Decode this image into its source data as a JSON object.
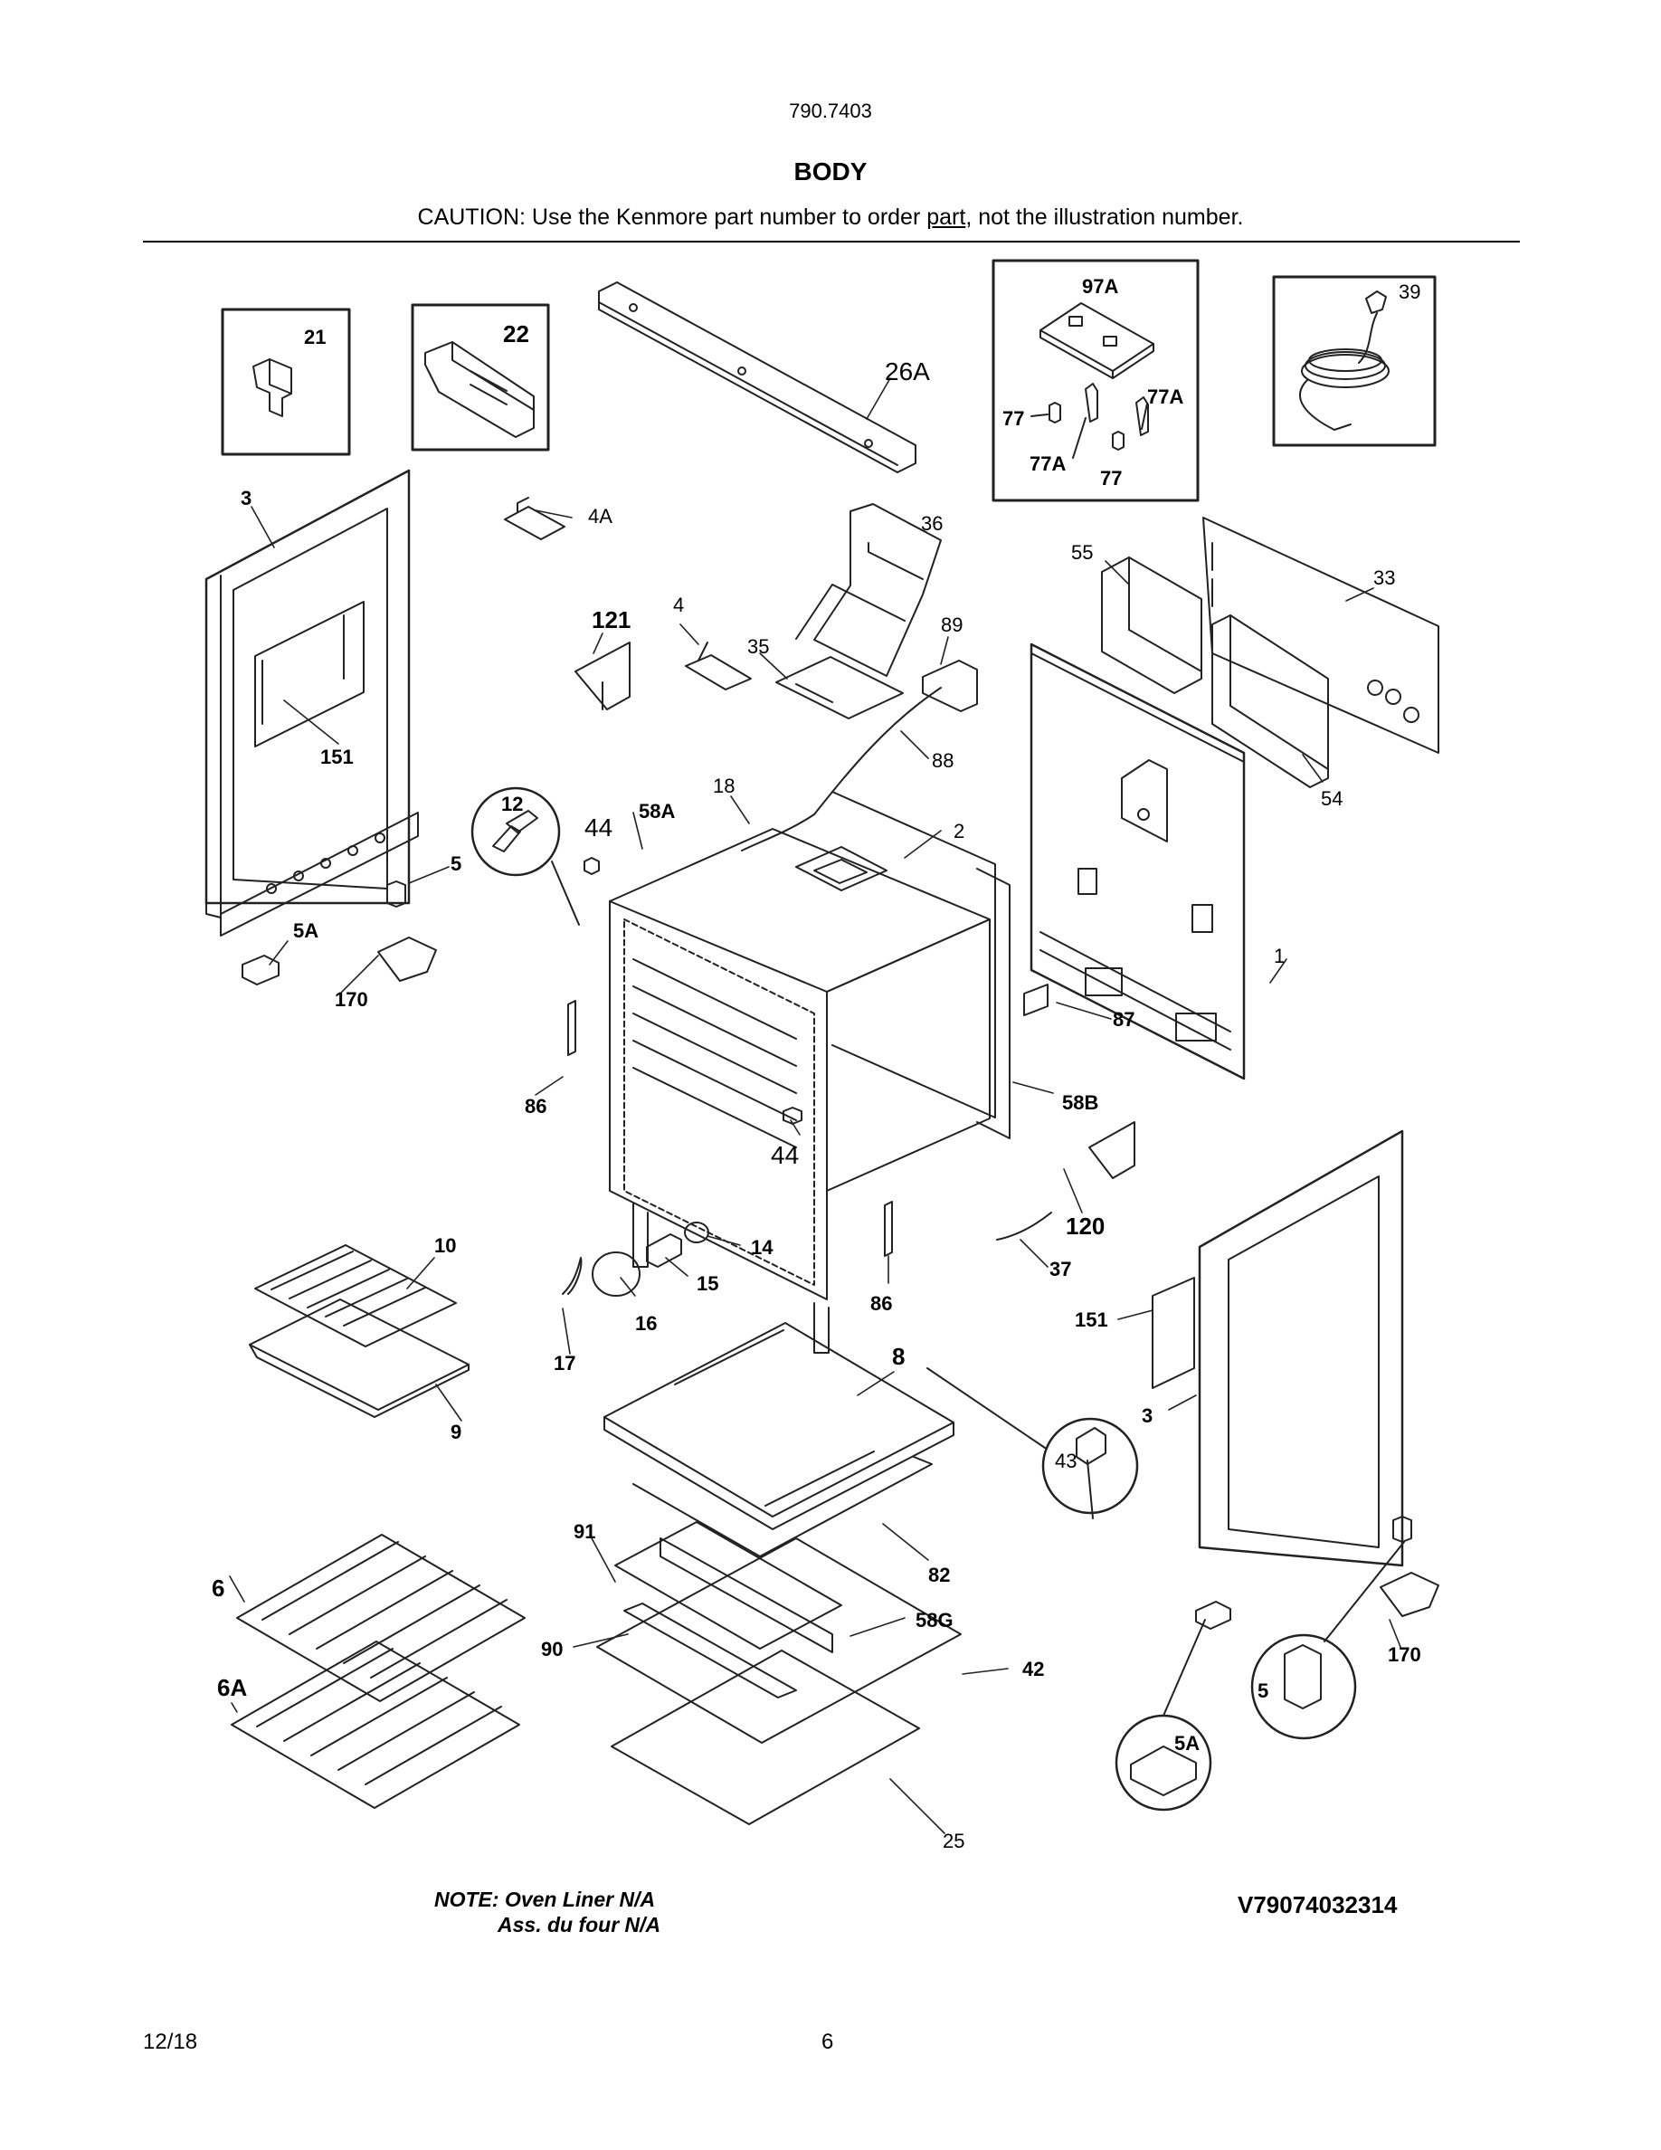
{
  "header": {
    "model": "790.7403",
    "title": "BODY",
    "caution_prefix": "CAUTION: Use the Kenmore part number to order ",
    "caution_link": "part",
    "caution_suffix": ", not the illustration number."
  },
  "callouts": {
    "c21": "21",
    "c22": "22",
    "c26a": "26A",
    "c97a": "97A",
    "c39": "39",
    "c77_left": "77",
    "c77a_right": "77A",
    "c77a_bottom": "77A",
    "c77_bottom": "77",
    "c3_left": "3",
    "c4a": "4A",
    "c36": "36",
    "c55": "55",
    "c33": "33",
    "c121": "121",
    "c4": "4",
    "c35": "35",
    "c89": "89",
    "c151_left": "151",
    "c88": "88",
    "c54": "54",
    "c12": "12",
    "c44_top": "44",
    "c58a": "58A",
    "c18": "18",
    "c2": "2",
    "c5_left": "5",
    "c5a_left": "5A",
    "c170_left": "170",
    "c1": "1",
    "c87": "87",
    "c86_left": "86",
    "c58b": "58B",
    "c44_bottom": "44",
    "c120": "120",
    "c10": "10",
    "c14": "14",
    "c15": "15",
    "c37": "37",
    "c16": "16",
    "c86_right": "86",
    "c151_right": "151",
    "c17": "17",
    "c9": "9",
    "c8": "8",
    "c3_right": "3",
    "c43": "43",
    "c91": "91",
    "c82": "82",
    "c6": "6",
    "c58g": "58G",
    "c90": "90",
    "c42": "42",
    "c6a": "6A",
    "c5_right": "5",
    "c5a_right": "5A",
    "c170_right": "170",
    "c25": "25"
  },
  "notes": {
    "line1": "NOTE: Oven Liner N/A",
    "line2": "Ass. du four N/A"
  },
  "figure_code": "V79074032314",
  "footer": {
    "date": "12/18",
    "page": "6"
  }
}
